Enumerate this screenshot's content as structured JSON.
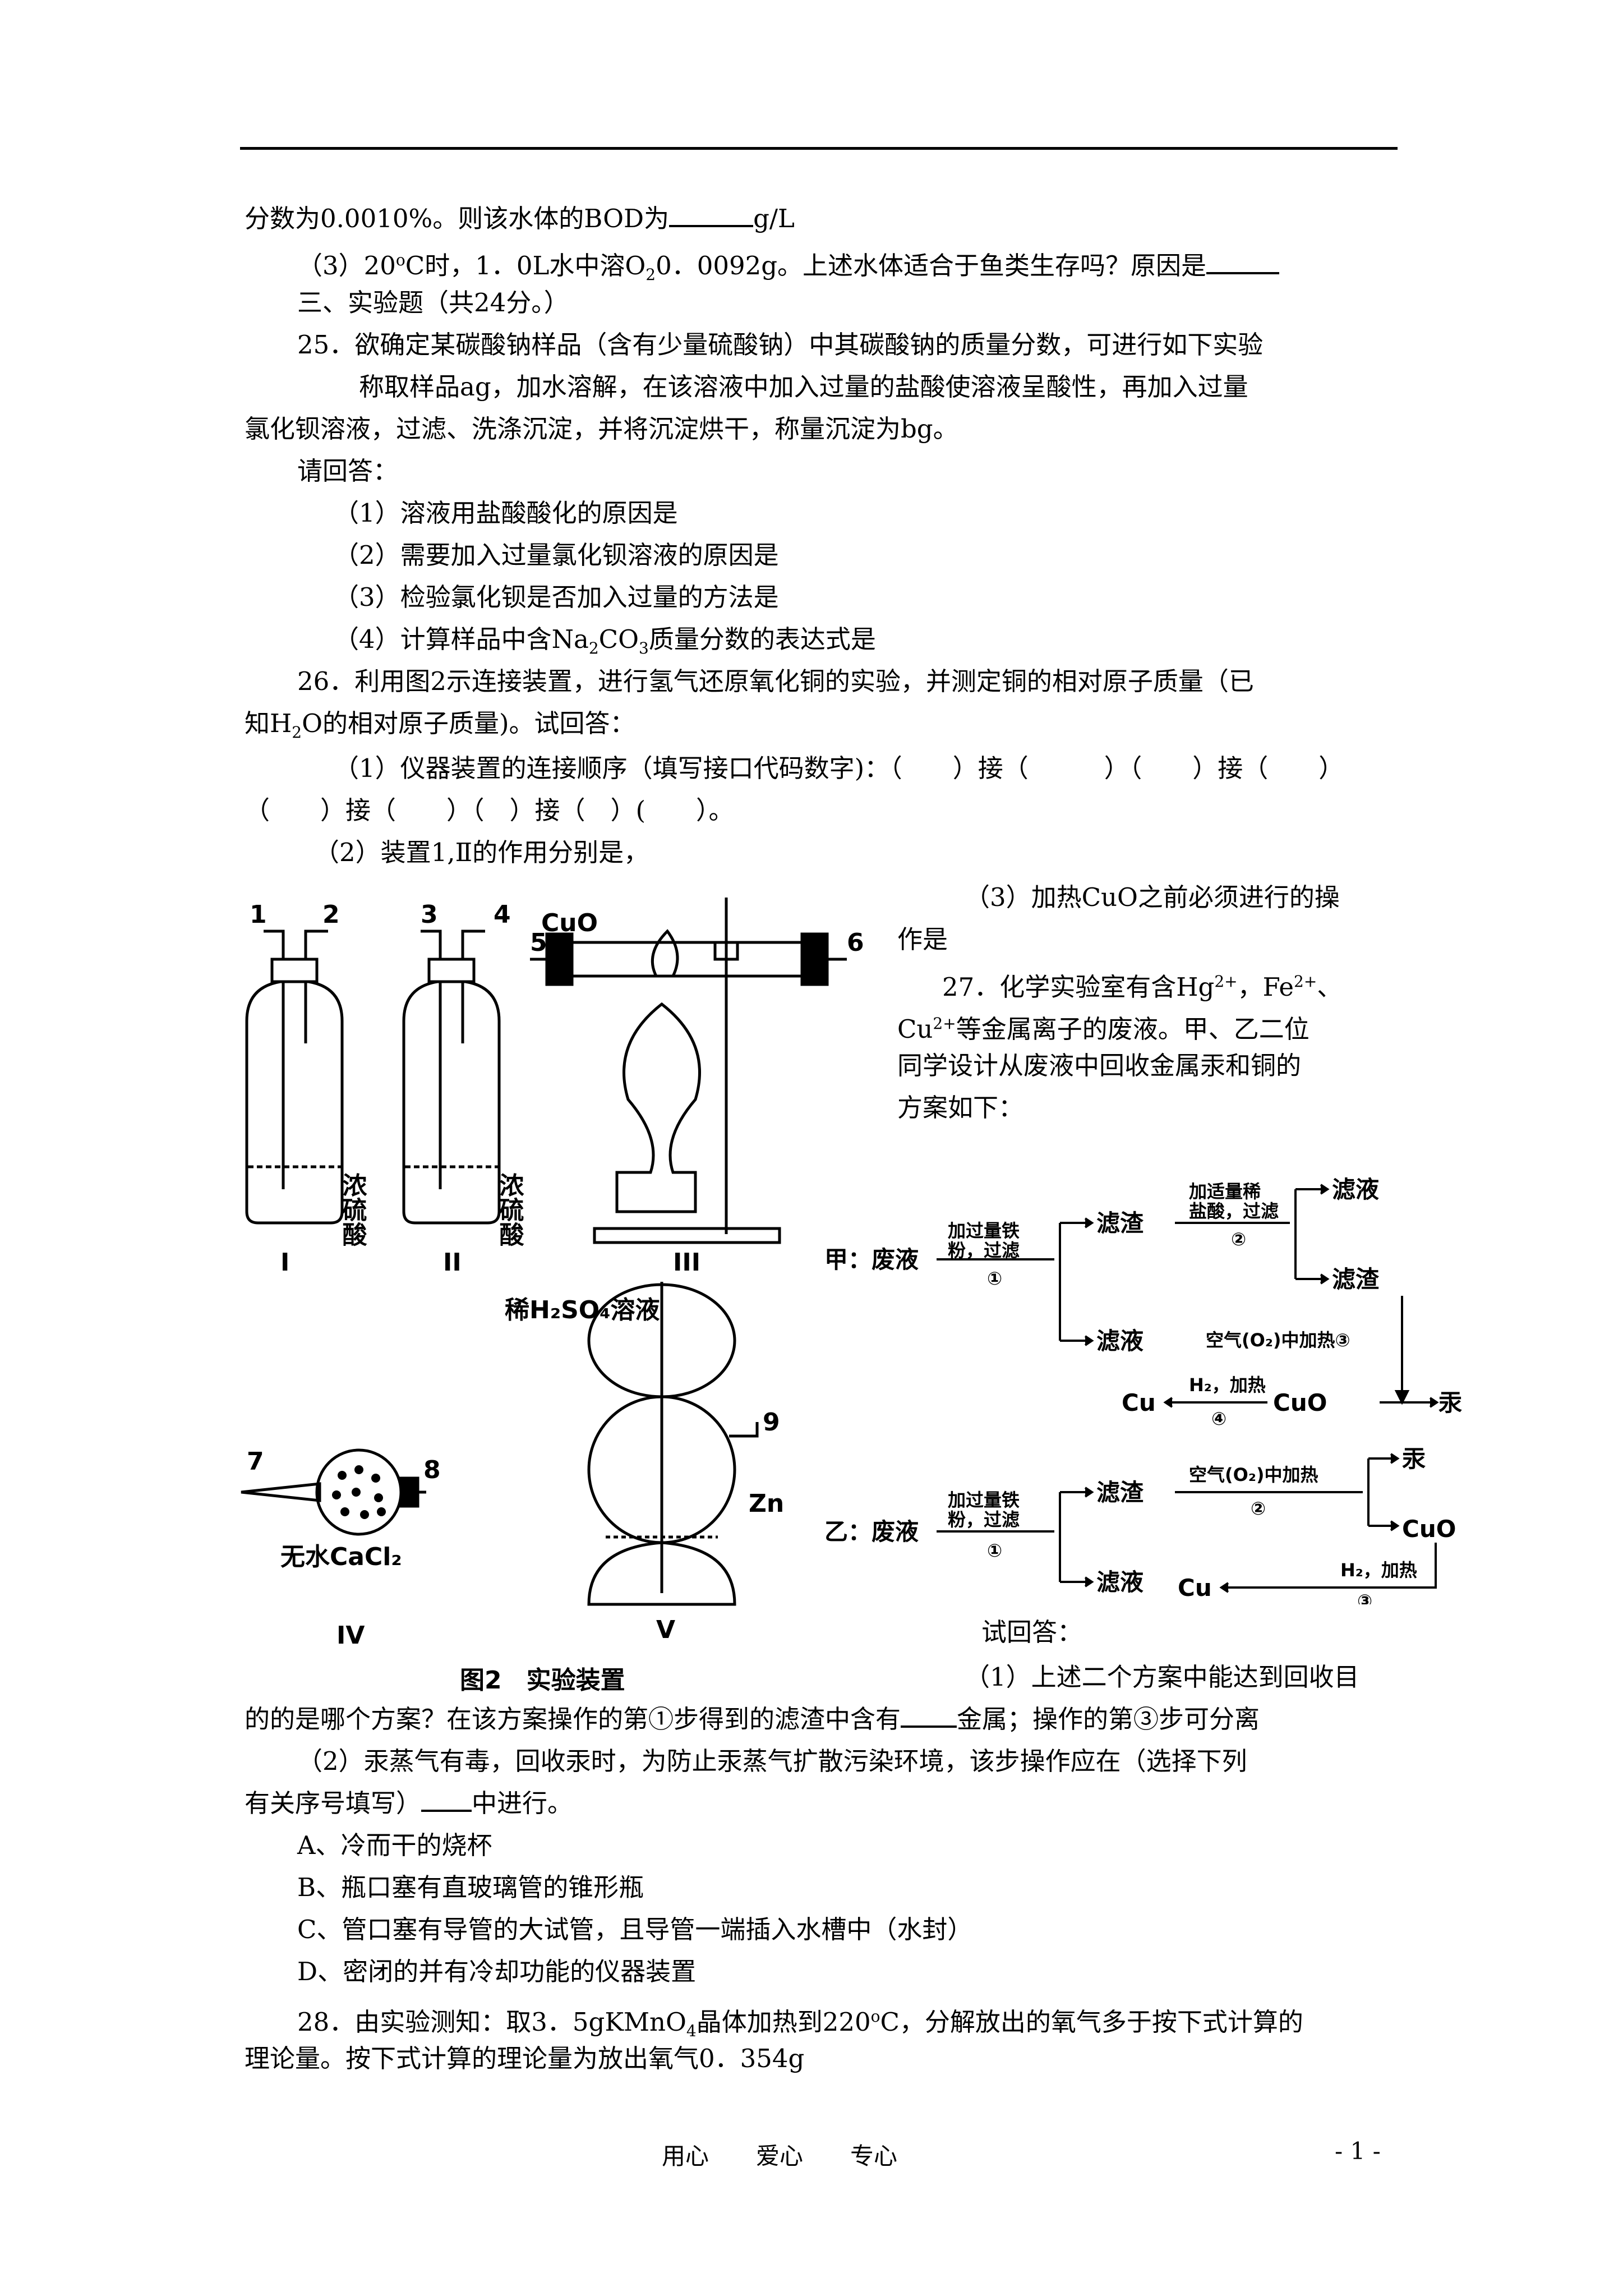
{
  "lines": {
    "l1": "分数为0.0010%。则该水体的BOD为",
    "l1b": "g/L",
    "l2a": "（3）20",
    "l2b": "o",
    "l2c": "C时，1．0L水中溶O",
    "l2d": "2",
    "l2e": "0．0092g。上述水体适合于鱼类生存吗？原因是",
    "l3": "三、实验题（共24分。）",
    "l4": "25．欲确定某碳酸钠样品（含有少量硫酸钠）中其碳酸钠的质量分数，可进行如下实验",
    "l5": "称取样品ag，加水溶解，在该溶液中加入过量的盐酸使溶液呈酸性，再加入过量",
    "l6": "氯化钡溶液，过滤、洗涤沉淀，并将沉淀烘干，称量沉淀为bg。",
    "l7": "请回答：",
    "l8": "（1）溶液用盐酸酸化的原因是",
    "l9": "（2）需要加入过量氯化钡溶液的原因是",
    "l10": "（3）检验氯化钡是否加入过量的方法是",
    "l11a": "（4）计算样品中含Na",
    "l11b": "2",
    "l11c": "CO",
    "l11d": "3",
    "l11e": "质量分数的表达式是",
    "l12": "26．利用图2示连接装置，进行氢气还原氧化铜的实验，并测定铜的相对原子质量（已",
    "l13a": "知H",
    "l13b": "2",
    "l13c": "O的相对原子质量)。试回答：",
    "l14": "（1）仪器装置的连接顺序（填写接口代码数字)：（　　）接（　　　）（　　）接（　　）",
    "l15": "（　　）接（　　）（　）接（　）(　　）。",
    "l16": "（2）装置1,Ⅱ的作用分别是，",
    "l17": "（3）加热CuO之前必须进行的操",
    "l18": "作是",
    "l19a": "27．化学实验室有含Hg",
    "l19b": "2+",
    "l19c": "，Fe",
    "l19d": "2+",
    "l19e": "、",
    "l20a": "Cu",
    "l20b": "2+",
    "l20c": "等金属离子的废液。甲、乙二位",
    "l21": "同学设计从废液中回收金属汞和铜的",
    "l22": "方案如下：",
    "l23": "试回答：",
    "l24": "（1）上述二个方案中能达到回收目",
    "l25a": "的的是哪个方案？在该方案操作的第①步得到的滤渣中含有",
    "l25b": "金属；操作的第③步可分离",
    "l26": "（2）汞蒸气有毒，回收汞时，为防止汞蒸气扩散污染环境，该步操作应在（选择下列",
    "l27a": "有关序号填写）",
    "l27b": "中进行。",
    "l28": "A、冷而干的烧杯",
    "l29": "B、瓶口塞有直玻璃管的锥形瓶",
    "l30": "C、管口塞有导管的大试管，且导管一端插入水槽中（水封）",
    "l31": "D、密闭的并有冷却功能的仪器装置",
    "l32a": "28．由实验测知：取3．5gKMnO",
    "l32b": "4",
    "l32c": "晶体加热到220",
    "l32d": "o",
    "l32e": "C，分解放出的氧气多于按下式计算的",
    "l33": "理论量。按下式计算的理论量为放出氧气0．354g"
  },
  "figure": {
    "caption": "图2　实验装置",
    "cuo": "CuO",
    "acid1": "浓硫酸",
    "acid2": "浓硫酸",
    "dilute_acid": "稀H₂SO₄溶液",
    "zn": "Zn",
    "cacl2": "无水CaCl₂",
    "roman": [
      "I",
      "II",
      "III",
      "IV",
      "V"
    ],
    "ports": [
      "1",
      "2",
      "3",
      "4",
      "5",
      "6",
      "7",
      "8",
      "9"
    ]
  },
  "flowchart": {
    "jia_label": "甲：废液",
    "yi_label": "乙：废液",
    "step_fe_1": "加过量铁",
    "step_fe_2": "粉，过滤",
    "circle1": "①",
    "circle2": "②",
    "circle3": "③",
    "circle4": "④",
    "residue": "滤渣",
    "filtrate": "滤液",
    "hcl_1": "加适量稀",
    "hcl_2": "盐酸，过滤",
    "air_heat_jia": "空气(O₂)中加热③",
    "air_heat_yi": "空气(O₂)中加热",
    "h2_heat": "H₂，加热",
    "cu": "Cu",
    "cuo": "CuO",
    "hg": "汞"
  },
  "footer": {
    "center": "用心　　爱心　　专心",
    "page": "- 1 -"
  }
}
